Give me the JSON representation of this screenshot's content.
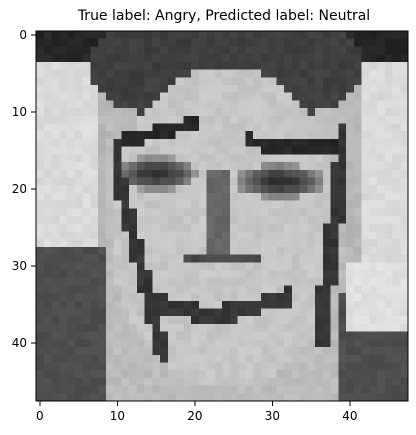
{
  "chart_data": {
    "type": "heatmap",
    "title": "True label: Angry, Predicted label: Neutral",
    "colormap": "gray",
    "image_size": [
      48,
      48
    ],
    "xlim": [
      -0.5,
      47.5
    ],
    "ylim": [
      47.5,
      -0.5
    ],
    "xticks": [
      0,
      10,
      20,
      30,
      40
    ],
    "yticks": [
      0,
      10,
      20,
      30,
      40
    ],
    "xtick_labels": [
      "0",
      "10",
      "20",
      "30",
      "40"
    ],
    "ytick_labels": [
      "0",
      "10",
      "20",
      "30",
      "40"
    ],
    "image_description_regions": [
      {
        "region": "background",
        "shade": "light-gray"
      },
      {
        "region": "hair",
        "shade": "dark"
      },
      {
        "region": "face",
        "shade": "light"
      }
    ]
  }
}
